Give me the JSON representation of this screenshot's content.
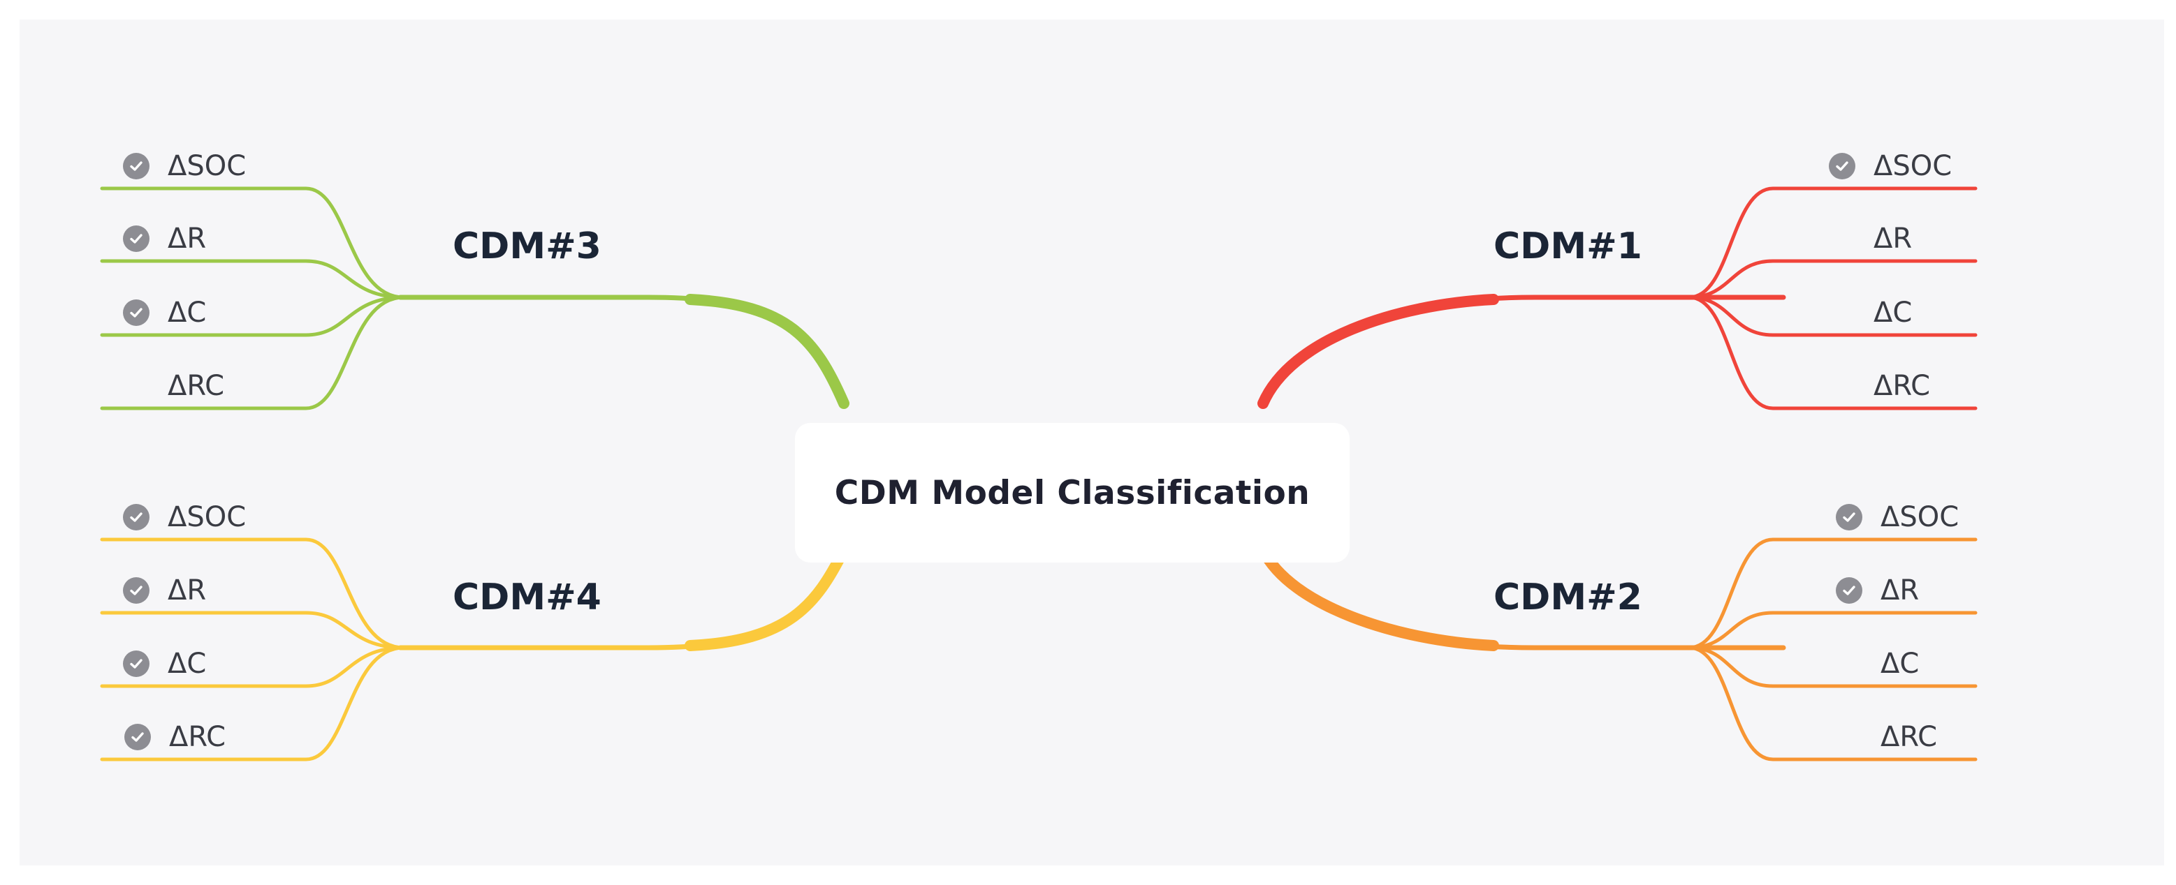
{
  "central_topic": {
    "label": "CDM Model Classification"
  },
  "colors": {
    "background": "#f6f6f8",
    "cdm1": "#f0443a",
    "cdm2": "#f79533",
    "cdm3": "#9bc848",
    "cdm4": "#fbc93c",
    "check": "#8d8d93"
  },
  "branches": [
    {
      "id": "cdm1",
      "label": "CDM#1",
      "children": [
        {
          "label": "ΔSOC",
          "checked": true
        },
        {
          "label": "ΔR",
          "checked": false
        },
        {
          "label": "ΔC",
          "checked": false
        },
        {
          "label": "ΔRC",
          "checked": false
        }
      ]
    },
    {
      "id": "cdm2",
      "label": "CDM#2",
      "children": [
        {
          "label": "ΔSOC",
          "checked": true
        },
        {
          "label": "ΔR",
          "checked": true
        },
        {
          "label": "ΔC",
          "checked": false
        },
        {
          "label": "ΔRC",
          "checked": false
        }
      ]
    },
    {
      "id": "cdm3",
      "label": "CDM#3",
      "children": [
        {
          "label": "ΔSOC",
          "checked": true
        },
        {
          "label": "ΔR",
          "checked": true
        },
        {
          "label": "ΔC",
          "checked": true
        },
        {
          "label": "ΔRC",
          "checked": false
        }
      ]
    },
    {
      "id": "cdm4",
      "label": "CDM#4",
      "children": [
        {
          "label": "ΔSOC",
          "checked": true
        },
        {
          "label": "ΔR",
          "checked": true
        },
        {
          "label": "ΔC",
          "checked": true
        },
        {
          "label": "ΔRC",
          "checked": true
        }
      ]
    }
  ]
}
